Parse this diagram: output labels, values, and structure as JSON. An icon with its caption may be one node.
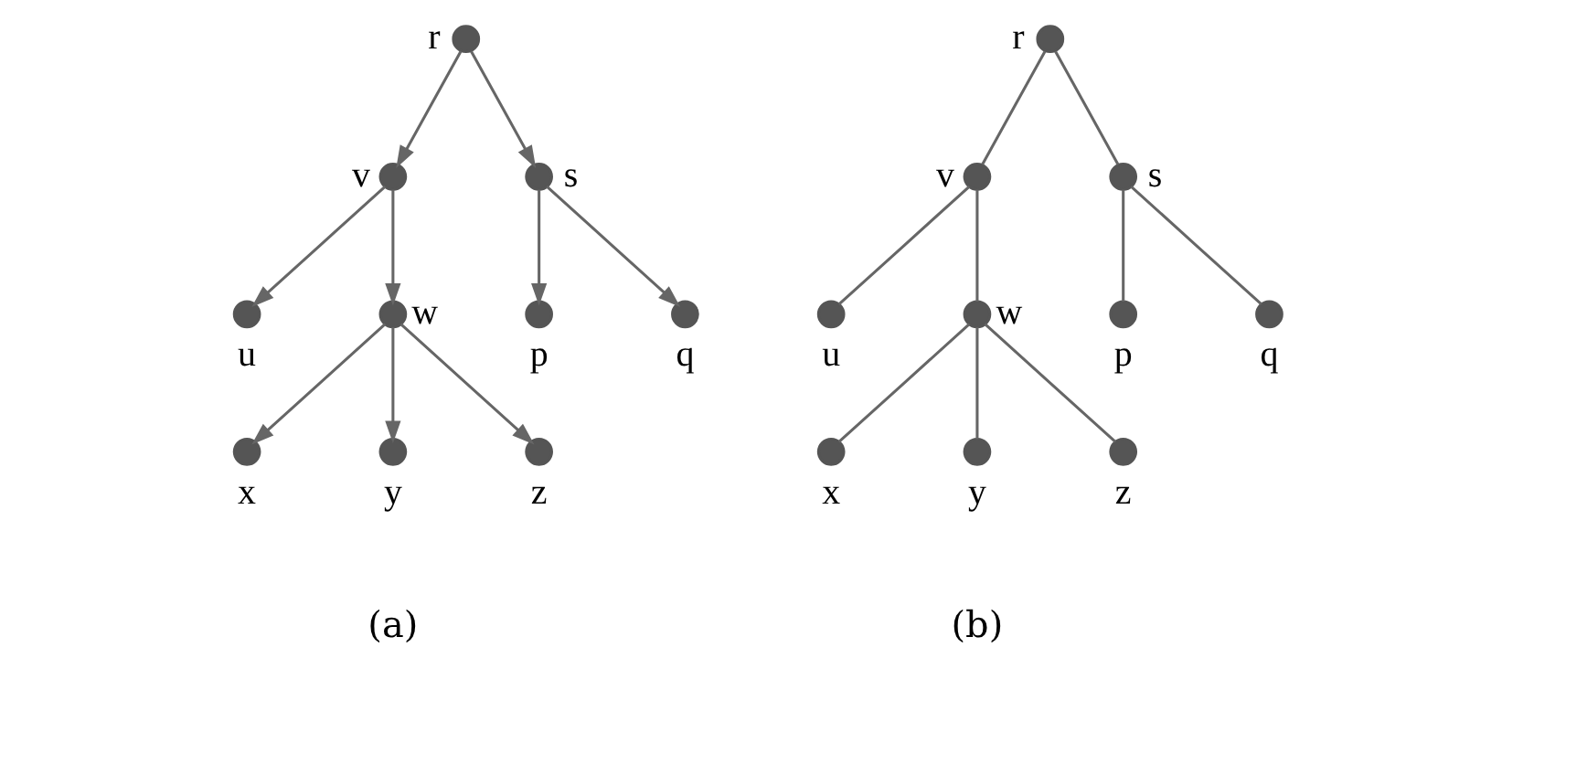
{
  "diagram": {
    "nodes": [
      {
        "text": [],
        "shape": "circle",
        "beside": [
          "r"
        ]
      },
      {
        "text": [],
        "shape": "circle",
        "beside": [
          "v"
        ]
      },
      {
        "text": [],
        "shape": "circle",
        "beside": [
          "s"
        ]
      },
      {
        "text": [],
        "shape": "circle",
        "beside": [
          "u"
        ]
      },
      {
        "text": [],
        "shape": "circle",
        "beside": [
          "w"
        ]
      },
      {
        "text": [],
        "shape": "circle",
        "beside": [
          "p"
        ]
      },
      {
        "text": [],
        "shape": "circle",
        "beside": [
          "q"
        ]
      },
      {
        "text": [],
        "shape": "circle",
        "beside": [
          "x"
        ]
      },
      {
        "text": [],
        "shape": "circle",
        "beside": [
          "y"
        ]
      },
      {
        "text": [],
        "shape": "circle",
        "beside": [
          "z"
        ]
      },
      {
        "text": [],
        "shape": "circle",
        "beside": [
          "r"
        ]
      },
      {
        "text": [],
        "shape": "circle",
        "beside": [
          "v"
        ]
      },
      {
        "text": [],
        "shape": "circle",
        "beside": [
          "s"
        ]
      },
      {
        "text": [],
        "shape": "circle",
        "beside": [
          "u"
        ]
      },
      {
        "text": [],
        "shape": "circle",
        "beside": [
          "w"
        ]
      },
      {
        "text": [],
        "shape": "circle",
        "beside": [
          "p"
        ]
      },
      {
        "text": [],
        "shape": "circle",
        "beside": [
          "q"
        ]
      },
      {
        "text": [],
        "shape": "circle",
        "beside": [
          "x"
        ]
      },
      {
        "text": [],
        "shape": "circle",
        "beside": [
          "y"
        ]
      },
      {
        "text": [],
        "shape": "circle",
        "beside": [
          "z"
        ]
      }
    ],
    "edges": [
      {
        "from": 0,
        "to": 1,
        "arrow": "to"
      },
      {
        "from": 0,
        "to": 2,
        "arrow": "to"
      },
      {
        "from": 1,
        "to": 3,
        "arrow": "to"
      },
      {
        "from": 1,
        "to": 4,
        "arrow": "to"
      },
      {
        "from": 2,
        "to": 5,
        "arrow": "to"
      },
      {
        "from": 2,
        "to": 6,
        "arrow": "to"
      },
      {
        "from": 4,
        "to": 7,
        "arrow": "to"
      },
      {
        "from": 4,
        "to": 8,
        "arrow": "to"
      },
      {
        "from": 4,
        "to": 9,
        "arrow": "to"
      },
      {
        "from": 10,
        "to": 11,
        "arrow": "none"
      },
      {
        "from": 10,
        "to": 12,
        "arrow": "none"
      },
      {
        "from": 11,
        "to": 13,
        "arrow": "none"
      },
      {
        "from": 11,
        "to": 14,
        "arrow": "none"
      },
      {
        "from": 12,
        "to": 15,
        "arrow": "none"
      },
      {
        "from": 12,
        "to": 16,
        "arrow": "none"
      },
      {
        "from": 14,
        "to": 17,
        "arrow": "none"
      },
      {
        "from": 14,
        "to": 18,
        "arrow": "none"
      },
      {
        "from": 14,
        "to": 19,
        "arrow": "none"
      }
    ],
    "labels": [
      "(a)",
      "(b)"
    ]
  }
}
